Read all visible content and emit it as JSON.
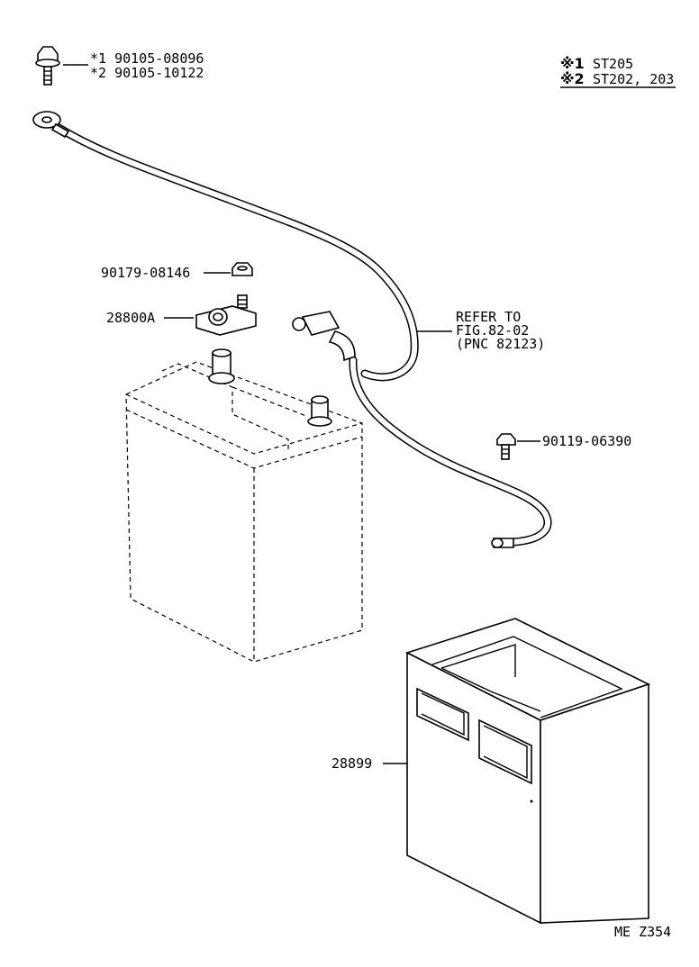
{
  "legend": {
    "note1": "※1",
    "note1_value": "ST205",
    "note2": "※2",
    "note2_value": "ST202, 203"
  },
  "bolt_variants": {
    "line1": "*1  90105-08096",
    "line2": "*2  90105-10122"
  },
  "parts": {
    "nut": "90179-08146",
    "terminal": "28800A",
    "screw": "90119-06390",
    "tray": "28899"
  },
  "refer": {
    "line1": "REFER TO",
    "line2": "FIG.82-02",
    "line3": "(PNC 82123)"
  },
  "footer": {
    "code": "ME Z354"
  },
  "icons": [
    "bolt-icon",
    "nut-icon",
    "screw-icon",
    "battery-terminal-icon",
    "ring-terminal-icon"
  ],
  "colors": {
    "line": "#000000",
    "background": "#ffffff"
  }
}
